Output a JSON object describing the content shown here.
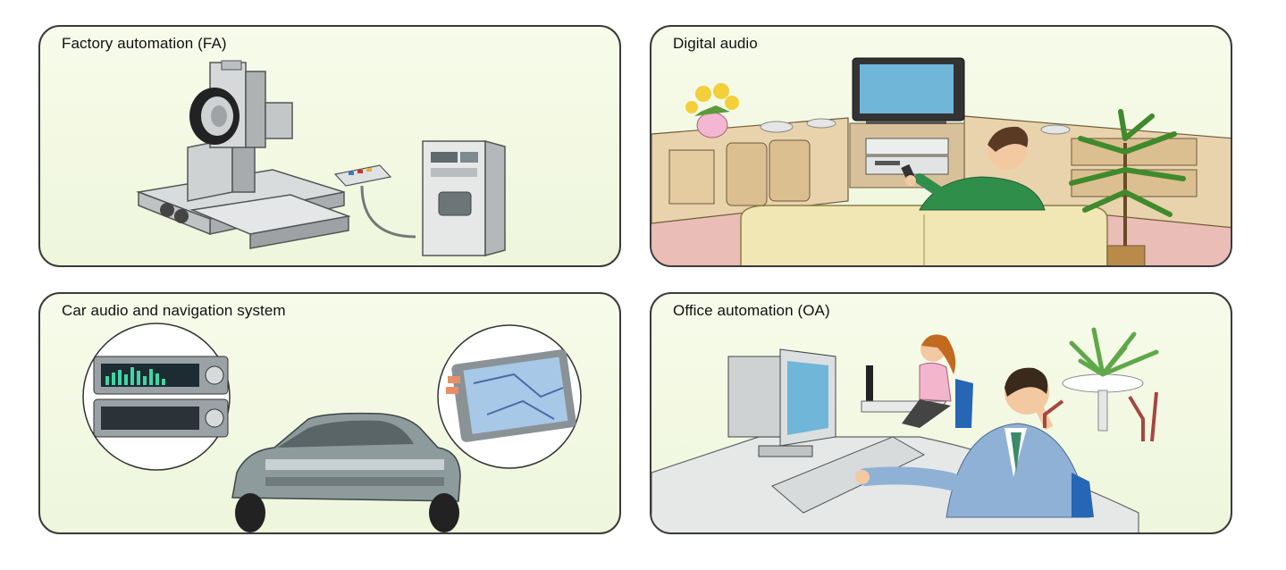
{
  "panels": {
    "factory_automation": {
      "title": "Factory automation (FA)"
    },
    "digital_audio": {
      "title": "Digital audio"
    },
    "car_audio": {
      "title": "Car audio and navigation system"
    },
    "office_automation": {
      "title": "Office automation (OA)"
    }
  },
  "colors": {
    "panel_bg": "#f2f8e2",
    "panel_border": "#3a3a3a",
    "machine_gray": "#c9cccd",
    "wood": "#e7cfa5",
    "sofa": "#f1e7b4",
    "shirt_green": "#2f8f4a",
    "car_body": "#8e9b9c",
    "suit_blue": "#8fb1d6",
    "screen_blue": "#6fb6d8"
  }
}
